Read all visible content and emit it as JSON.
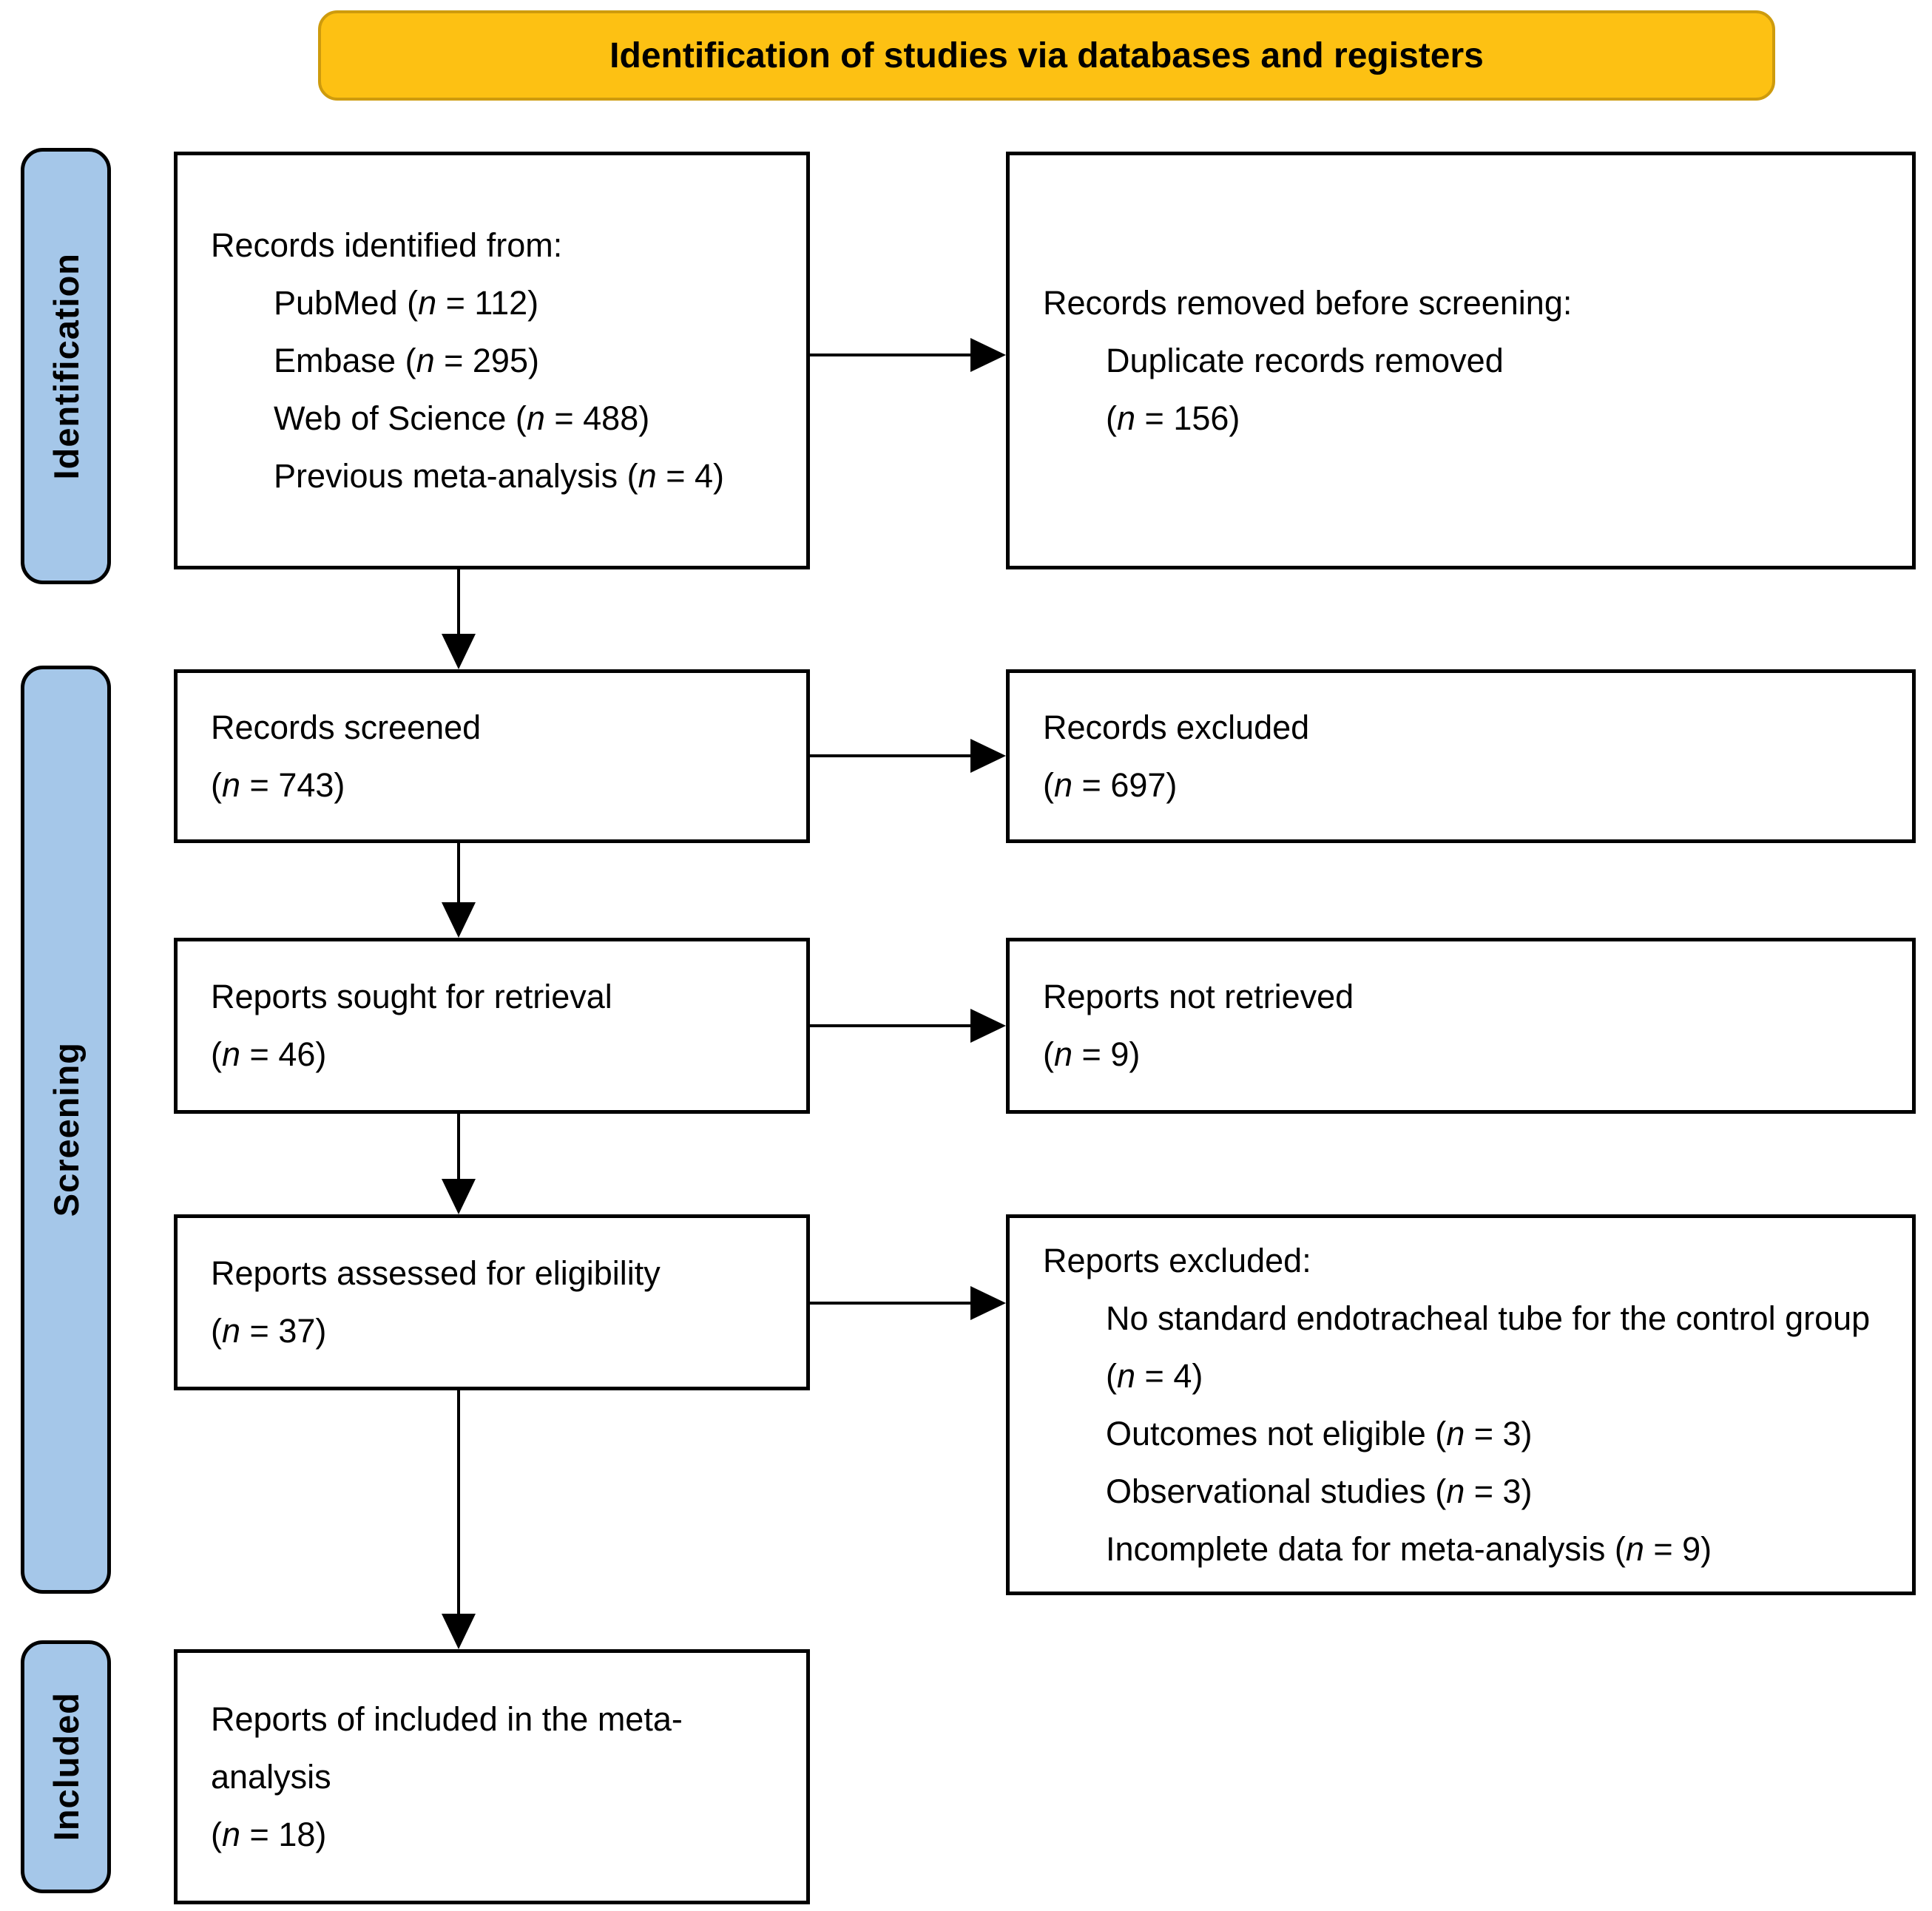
{
  "header": {
    "title": "Identification of studies via databases and registers",
    "bg_color": "#FDC113",
    "border_color": "#CE9B0D"
  },
  "sidebar": {
    "bg_color": "#A5C7E9",
    "stages": [
      {
        "label": "Identification"
      },
      {
        "label": "Screening"
      },
      {
        "label": "Included"
      }
    ]
  },
  "boxes": {
    "records_identified": {
      "title": "Records identified from:",
      "sources": [
        "PubMed (n = 112)",
        "Embase (n = 295)",
        "Web of Science (n = 488)",
        "Previous meta-analysis (n = 4)"
      ]
    },
    "records_removed": {
      "title": "Records removed before screening:",
      "reason": "Duplicate records removed",
      "count": "(n = 156)"
    },
    "records_screened": {
      "label": "Records screened",
      "count": "(n = 743)"
    },
    "records_excluded": {
      "label": "Records excluded",
      "count": "(n = 697)"
    },
    "reports_sought": {
      "label": "Reports sought for retrieval",
      "count": "(n = 46)"
    },
    "reports_not_retrieved": {
      "label": "Reports not retrieved",
      "count": "(n = 9)"
    },
    "reports_assessed": {
      "label": "Reports assessed for eligibility",
      "count": "(n = 37)"
    },
    "reports_excluded": {
      "title": "Reports excluded:",
      "reasons": [
        "No standard endotracheal tube for the control group (n = 4)",
        "Outcomes not eligible (n = 3)",
        "Observational studies (n = 3)",
        "Incomplete data for meta-analysis (n = 9)"
      ]
    },
    "included_reports": {
      "label": "Reports of included in the meta-analysis",
      "count": "(n = 18)"
    }
  }
}
